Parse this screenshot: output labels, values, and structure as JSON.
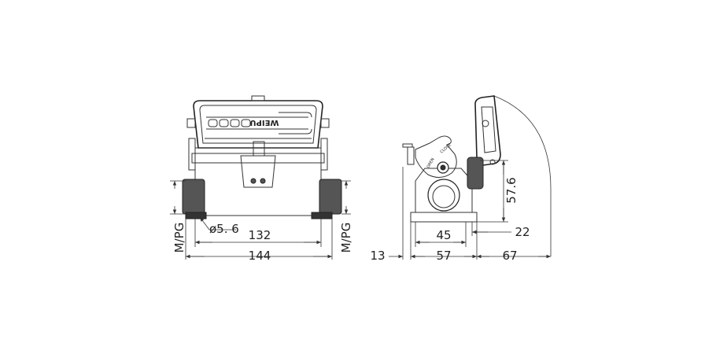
{
  "front_view": {
    "logo_text": "WEIPU",
    "hole_label": "ø5. 6",
    "width_inner": "132",
    "width_outer": "144",
    "thread_left": "M/PG",
    "thread_right": "M/PG"
  },
  "side_view": {
    "dim_offset": "13",
    "dim_base": "57",
    "dim_hole": "45",
    "dim_top": "22",
    "dim_height": "57.6",
    "dim_cover": "67",
    "lever_open": "OPEN",
    "lever_close": "CLOSE"
  }
}
